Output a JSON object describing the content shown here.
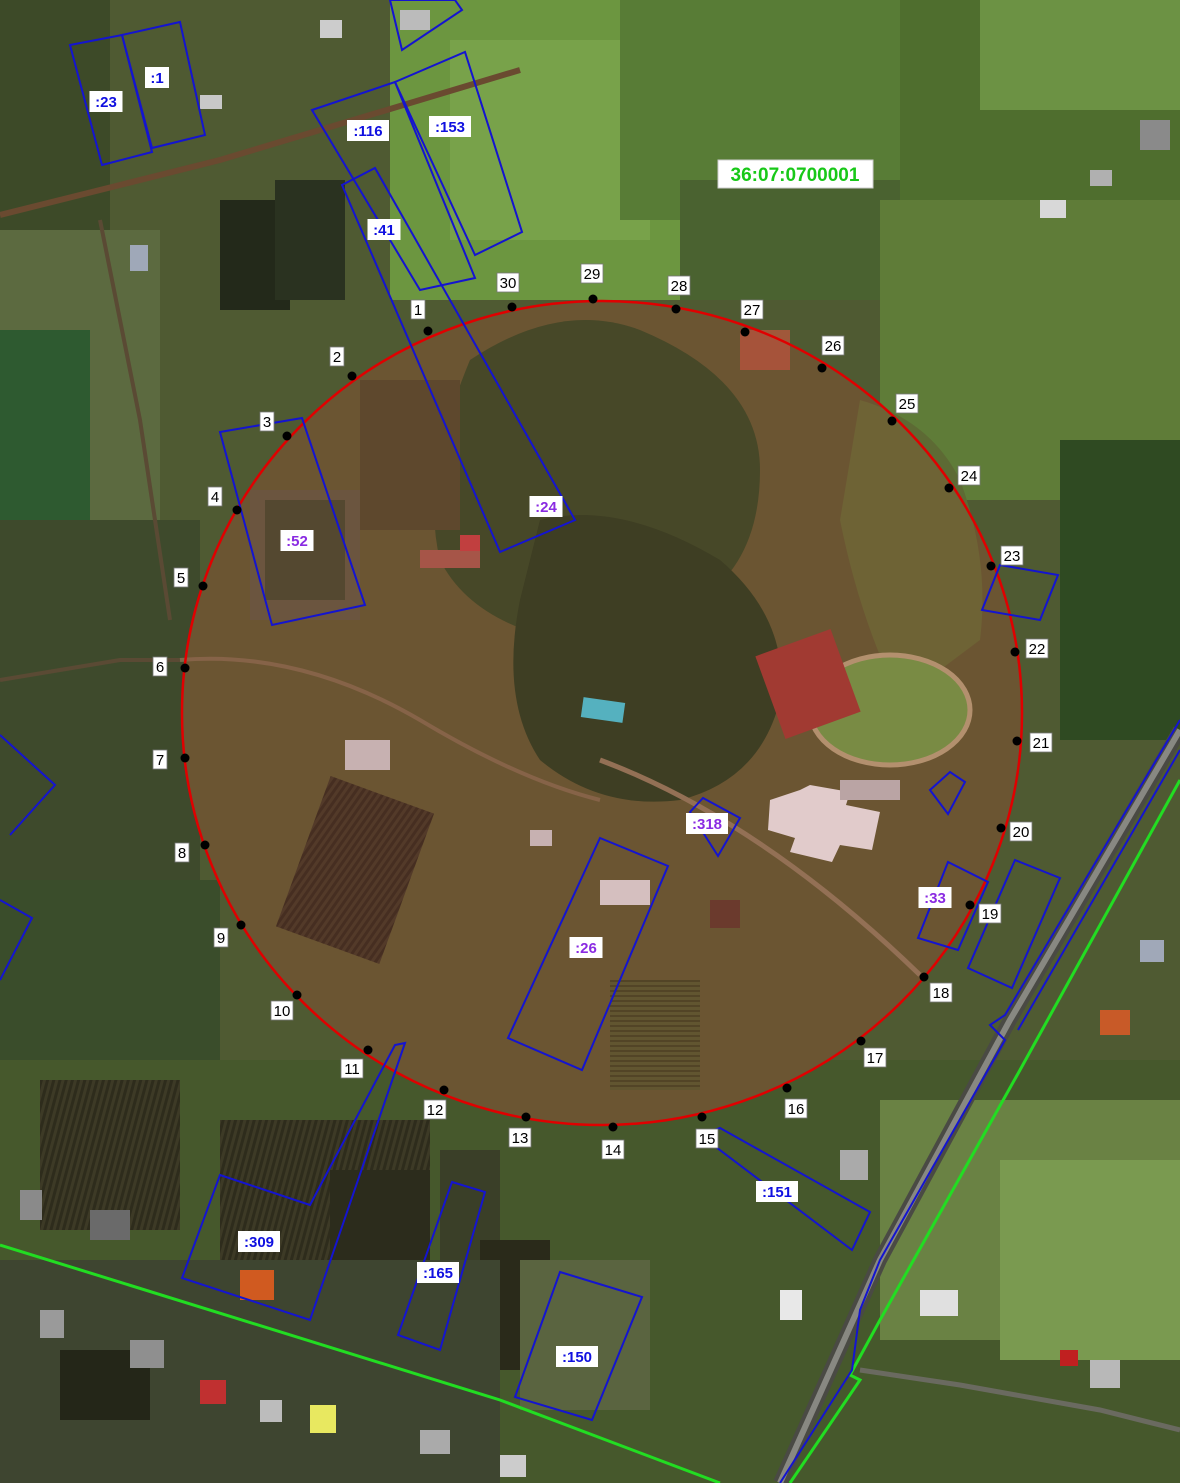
{
  "map": {
    "cadastral_quarter": "36:07:0700001",
    "colors": {
      "circle_zone": "#e00000",
      "zone_fill": "rgba(200,60,60,0.18)",
      "parcel_border": "#1414d0",
      "quarter_border": "#22dd22",
      "vertex_dot": "#000000",
      "label_bg": "#ffffff",
      "parcel_text_blue": "#1010e0",
      "parcel_text_violet": "#8a2be2",
      "quarter_text": "#18c818",
      "small_object": "#40c8d8"
    },
    "vertices": [
      "1",
      "2",
      "3",
      "4",
      "5",
      "6",
      "7",
      "8",
      "9",
      "10",
      "11",
      "12",
      "13",
      "14",
      "15",
      "16",
      "17",
      "18",
      "19",
      "20",
      "21",
      "22",
      "23",
      "24",
      "25",
      "26",
      "27",
      "28",
      "29",
      "30"
    ],
    "parcels": [
      {
        "label": ":23",
        "tone": "blue"
      },
      {
        "label": ":1",
        "tone": "blue"
      },
      {
        "label": ":116",
        "tone": "blue"
      },
      {
        "label": ":153",
        "tone": "blue"
      },
      {
        "label": ":41",
        "tone": "blue"
      },
      {
        "label": ":24",
        "tone": "violet"
      },
      {
        "label": ":52",
        "tone": "violet"
      },
      {
        "label": ":318",
        "tone": "violet"
      },
      {
        "label": ":33",
        "tone": "violet"
      },
      {
        "label": ":26",
        "tone": "violet"
      },
      {
        "label": ":151",
        "tone": "blue"
      },
      {
        "label": ":309",
        "tone": "blue"
      },
      {
        "label": ":165",
        "tone": "blue"
      },
      {
        "label": ":150",
        "tone": "blue"
      }
    ]
  }
}
